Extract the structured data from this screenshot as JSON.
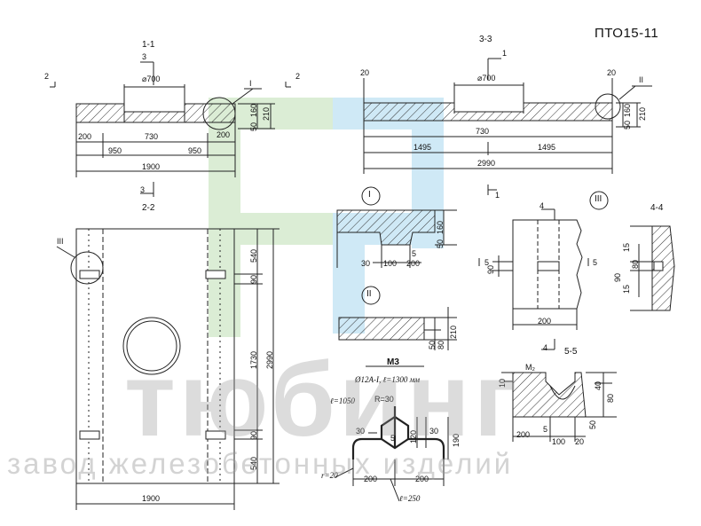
{
  "title": "ПТО15-11",
  "watermark": {
    "brand": "тюбинг",
    "tagline": "завод железобетонных изделий"
  },
  "colors": {
    "line": "#222222",
    "hatch": "#333333",
    "watermark_green": "#cfe8c8",
    "watermark_blue": "#bfe2f4"
  },
  "sections": {
    "s11": {
      "label": "1-1",
      "cut3": "3",
      "cut2_left": "2",
      "cut2_right": "2",
      "circle_mark": "I",
      "dims": {
        "d700": "⌀700",
        "d730": "730",
        "d200a": "200",
        "d200b": "200",
        "d950a": "950",
        "d950b": "950",
        "d1900": "1900",
        "d160": "160",
        "d210": "210",
        "d50": "50"
      }
    },
    "s33": {
      "label": "3-3",
      "cut1": "1",
      "circle_mark": "II",
      "dims": {
        "d20a": "20",
        "d20b": "20",
        "d700": "⌀700",
        "d730": "730",
        "d1495a": "1495",
        "d1495b": "1495",
        "d2990": "2990",
        "d160": "160",
        "d210": "210",
        "d50": "50"
      }
    },
    "cut3_bottom": "3",
    "cut1_bottom": "1",
    "s22": {
      "label": "2-2",
      "circle_mark": "III",
      "dims": {
        "d540a": "540",
        "d90a": "90",
        "d1730": "1730",
        "d2990": "2990",
        "d90b": "90",
        "d540b": "540",
        "d1900": "1900"
      }
    },
    "detailI": {
      "label": "I",
      "dims": {
        "d160": "160",
        "d50": "50",
        "d30": "30",
        "d100": "100",
        "d5": "5",
        "d200": "200"
      }
    },
    "detailII": {
      "label": "II",
      "dims": {
        "d50": "50",
        "d80": "80",
        "d210": "210"
      }
    },
    "detailIII": {
      "label": "III"
    },
    "s44": {
      "label": "4-4",
      "cut4_top": "4",
      "cut4_bottom": "4",
      "cut5a": "5",
      "cut5b": "5",
      "dims": {
        "d90": "90",
        "d200": "200",
        "d15a": "15",
        "d80": "80",
        "d15b": "15",
        "d90b": "90"
      }
    },
    "s55": {
      "label": "5-5",
      "mark": "M₂",
      "dims": {
        "d10": "10",
        "d40": "40",
        "d80": "80",
        "d200": "200",
        "d5": "5",
        "d100": "100",
        "d20": "20",
        "d50": "50"
      }
    },
    "m3": {
      "label": "M3",
      "spec": "Ø12A-I, ℓ=1300 мм",
      "dims": {
        "l1050": "ℓ=1050",
        "r30": "R=30",
        "d30a": "30",
        "d120": "120",
        "d30b": "30",
        "d190": "190",
        "d200a": "200",
        "d200b": "200",
        "r20": "r=20",
        "l250": "ℓ=250",
        "d5": "5"
      }
    }
  }
}
